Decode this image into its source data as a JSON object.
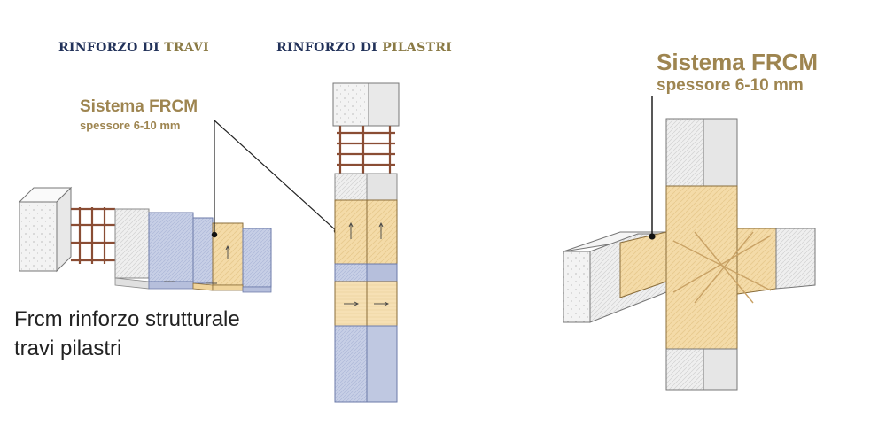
{
  "headings": {
    "beams": {
      "part1": "RINFORZO DI ",
      "part2": "TRAVI"
    },
    "columns": {
      "part1": "RINFORZO DI ",
      "part2": "PILASTRI"
    }
  },
  "labels": {
    "small": {
      "title": "Sistema FRCM",
      "subtitle": "spessore 6-10 mm"
    },
    "large": {
      "title": "Sistema FRCM",
      "subtitle": "spessore 6-10 mm"
    }
  },
  "caption": {
    "line1": "Frcm rinforzo strutturale",
    "line2": "travi pilastri"
  },
  "colors": {
    "navy": "#22325a",
    "gold": "#9e8550",
    "concrete": "#f2f2f2",
    "mortar_blue": "#c5cde4",
    "frcm_fabric": "#f3d9a6",
    "rebar": "#8a4d34"
  }
}
